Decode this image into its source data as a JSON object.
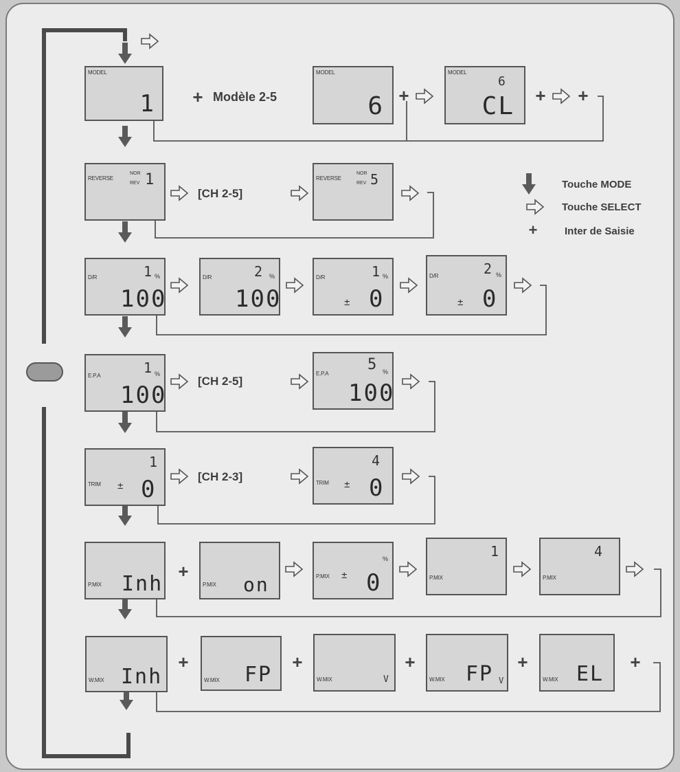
{
  "legend": {
    "mode_key": "Touche MODE",
    "select_key": "Touche SELECT",
    "input_switch": "Inter de Saisie"
  },
  "row_model": {
    "lcd1_label": "MODEL",
    "lcd1_value": "1",
    "text": "Modèle 2-5",
    "lcd2_label": "MODEL",
    "lcd2_value": "6",
    "lcd3_label": "MODEL",
    "lcd3_small": "6",
    "lcd3_value": "CL"
  },
  "row_reverse": {
    "lcd1_label": "REVERSE",
    "lcd1_nor": "NOR",
    "lcd1_rev": "REV",
    "lcd1_ch": "1",
    "text": "[CH 2-5]",
    "lcd2_label": "REVERSE",
    "lcd2_nor": "NOR",
    "lcd2_rev": "REV",
    "lcd2_ch": "5"
  },
  "row_dr": {
    "lcd1_label": "D/R",
    "lcd1_ch": "1",
    "lcd1_value": "100",
    "lcd1_pct": "%",
    "lcd2_label": "D/R",
    "lcd2_ch": "2",
    "lcd2_value": "100",
    "lcd2_pct": "%",
    "lcd3_label": "D/R",
    "lcd3_ch": "1",
    "lcd3_pm": "±",
    "lcd3_value": "0",
    "lcd3_pct": "%",
    "lcd4_label": "D/R",
    "lcd4_ch": "2",
    "lcd4_pm": "±",
    "lcd4_value": "0",
    "lcd4_pct": "%"
  },
  "row_epa": {
    "lcd1_label": "E.P.A",
    "lcd1_ch": "1",
    "lcd1_value": "100",
    "lcd1_pct": "%",
    "text": "[CH 2-5]",
    "lcd2_label": "E.P.A",
    "lcd2_ch": "5",
    "lcd2_value": "100",
    "lcd2_pct": "%"
  },
  "row_trim": {
    "lcd1_label": "TRIM",
    "lcd1_ch": "1",
    "lcd1_pm": "±",
    "lcd1_value": "0",
    "text": "[CH 2-3]",
    "lcd2_label": "TRIM",
    "lcd2_ch": "4",
    "lcd2_pm": "±",
    "lcd2_value": "0"
  },
  "row_pmix": {
    "lcd1_label": "P.MIX",
    "lcd1_value": "Inh",
    "lcd2_label": "P.MIX",
    "lcd2_value": "on",
    "lcd3_label": "P.MIX",
    "lcd3_pm": "±",
    "lcd3_value": "0",
    "lcd3_pct": "%",
    "lcd4_label": "P.MIX",
    "lcd4_ch": "1",
    "lcd5_label": "P.MIX",
    "lcd5_ch": "4"
  },
  "row_wmix": {
    "lcd1_label": "W.MIX",
    "lcd1_value": "Inh",
    "lcd2_label": "W.MIX",
    "lcd2_value": "FP",
    "lcd3_label": "W.MIX",
    "lcd3_value": "V",
    "lcd4_label": "W.MIX",
    "lcd4_value": "FP",
    "lcd4_sub": "V",
    "lcd5_label": "W.MIX",
    "lcd5_value": "EL"
  },
  "symbols": {
    "plus": "+"
  }
}
